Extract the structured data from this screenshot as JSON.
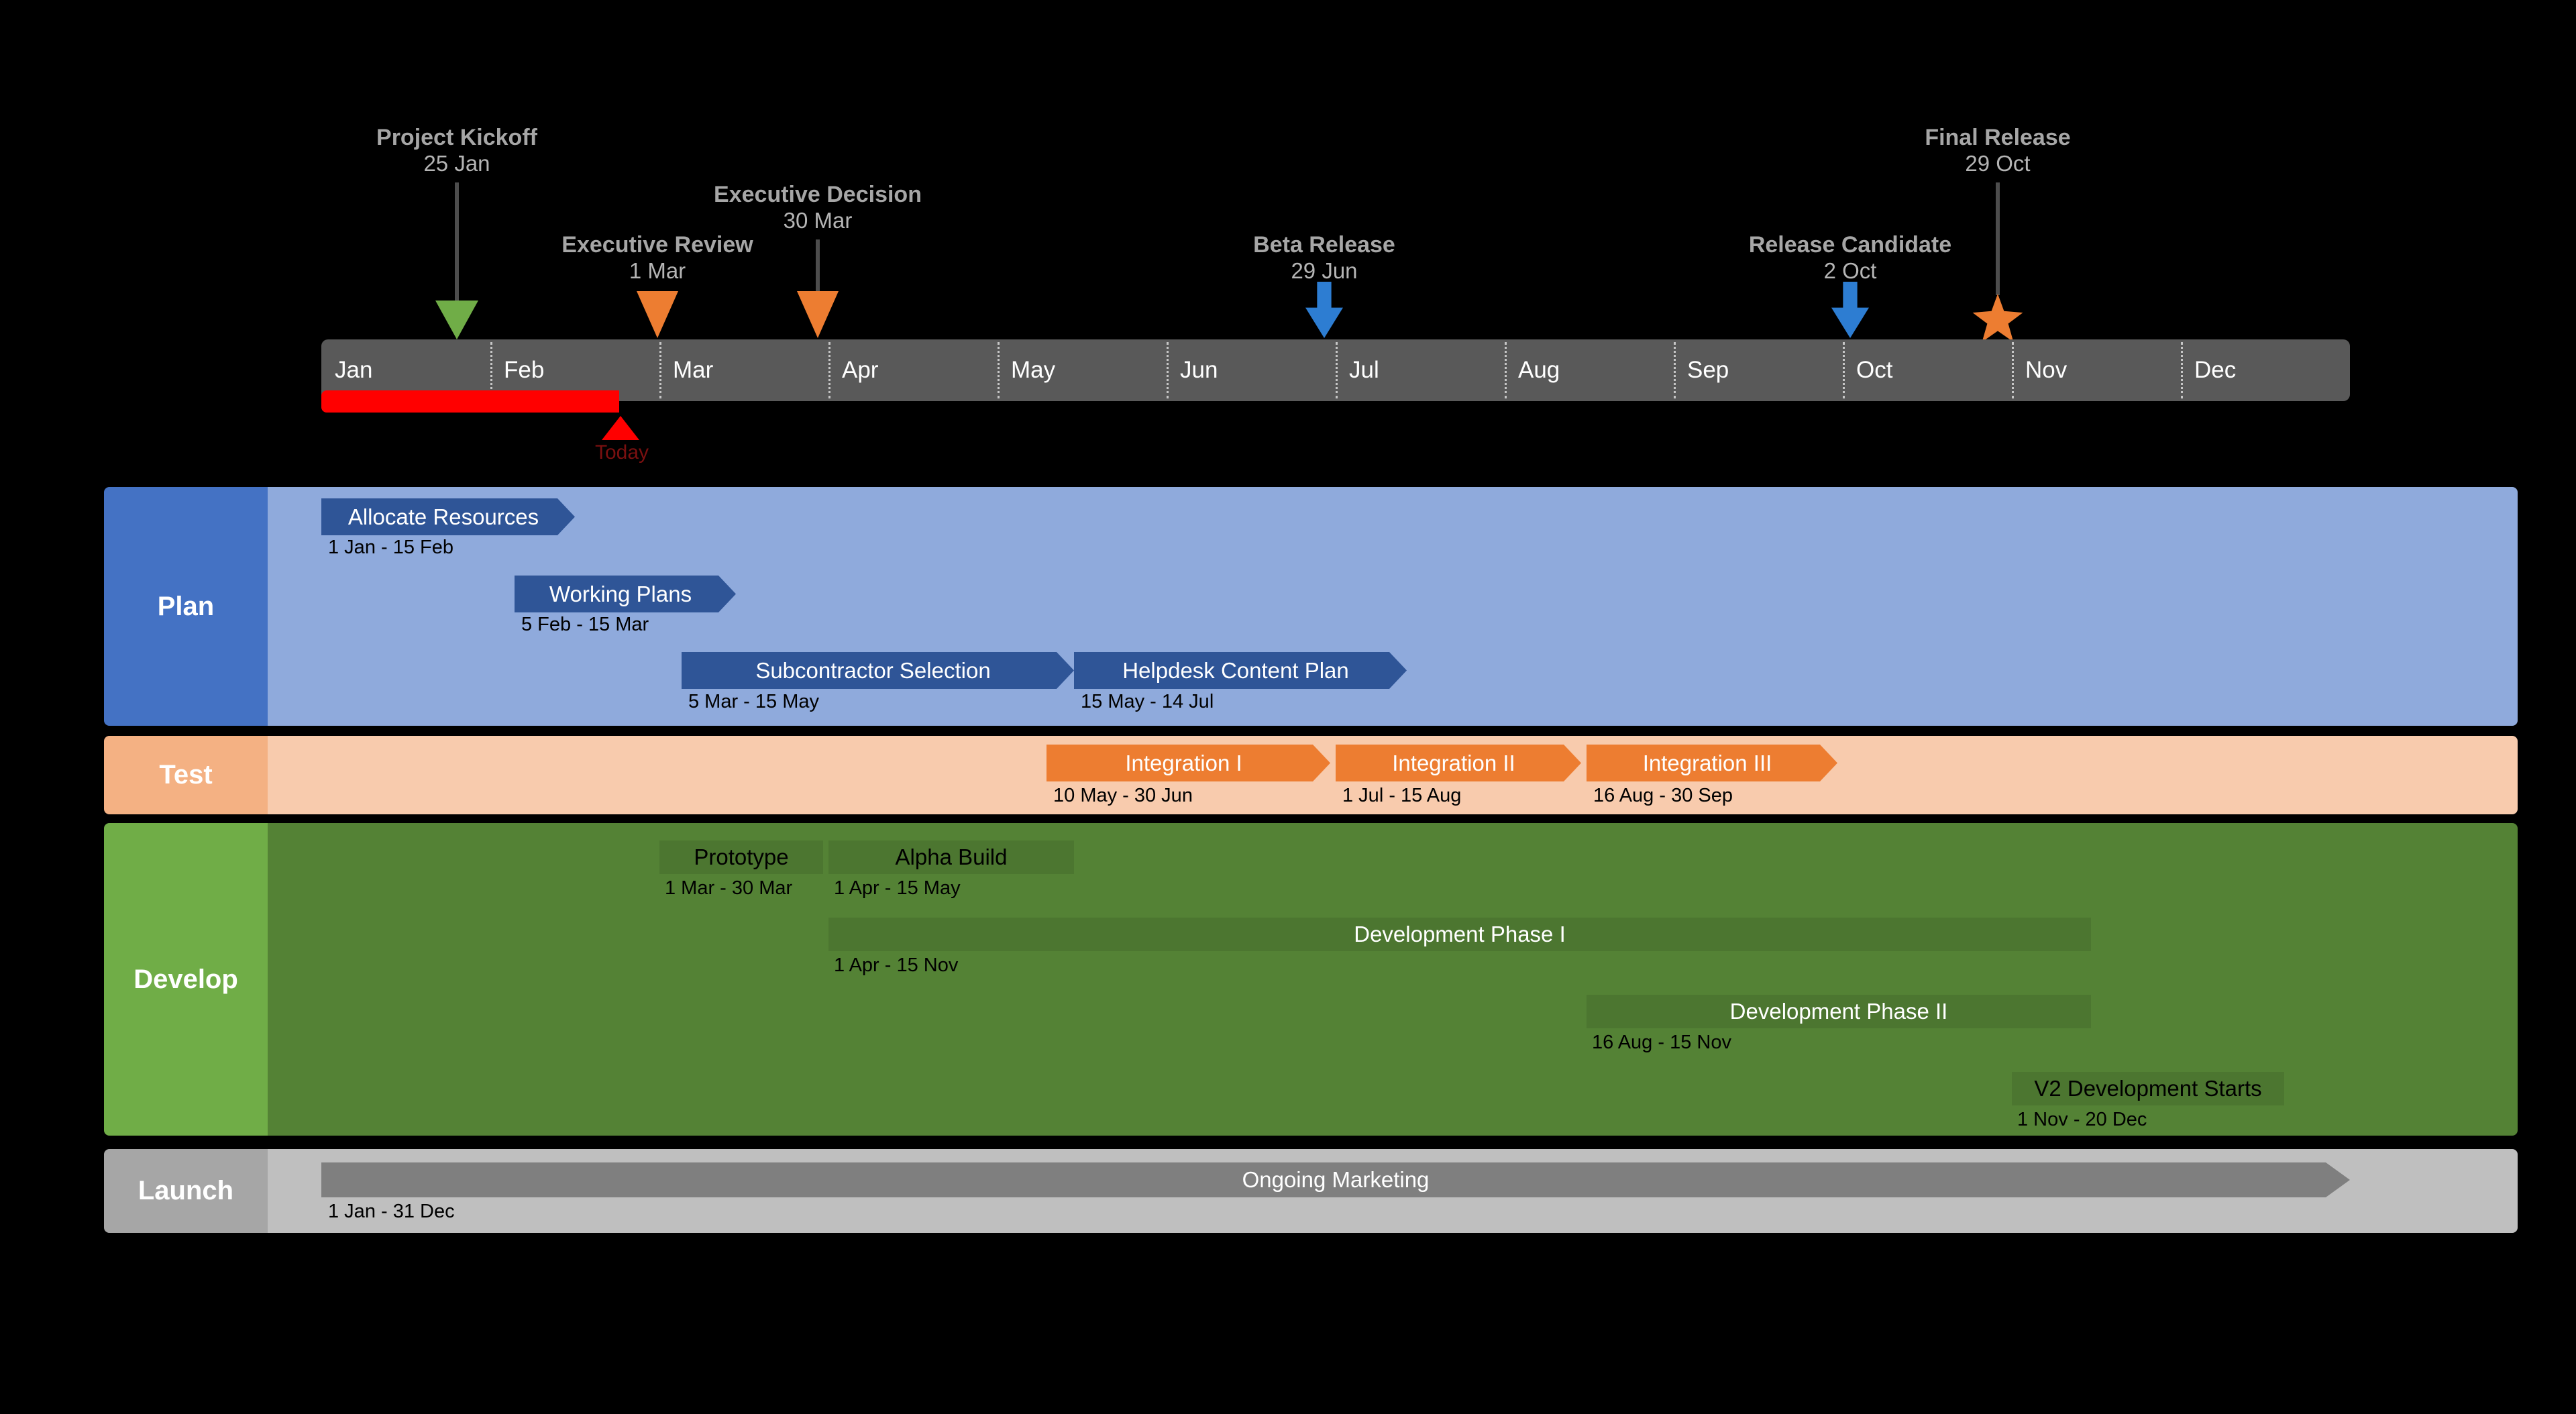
{
  "chart_data": {
    "type": "bar",
    "subtype": "gantt-project-timeline",
    "title": "",
    "months": [
      "Jan",
      "Feb",
      "Mar",
      "Apr",
      "May",
      "Jun",
      "Jul",
      "Aug",
      "Sep",
      "Oct",
      "Nov",
      "Dec"
    ],
    "today_label": "Today",
    "milestones": [
      {
        "title": "Project Kickoff",
        "date": "25 Jan",
        "marker": "green-triangle-down"
      },
      {
        "title": "Executive Review",
        "date": "1 Mar",
        "marker": "orange-triangle-down"
      },
      {
        "title": "Executive Decision",
        "date": "30 Mar",
        "marker": "orange-triangle-down"
      },
      {
        "title": "Beta Release",
        "date": "29 Jun",
        "marker": "blue-arrow-down"
      },
      {
        "title": "Release Candidate",
        "date": "2 Oct",
        "marker": "blue-arrow-down"
      },
      {
        "title": "Final Release",
        "date": "29 Oct",
        "marker": "orange-star"
      }
    ],
    "lanes": [
      {
        "name": "Plan",
        "tasks": [
          {
            "label": "Allocate Resources",
            "dates_text": "1 Jan - 15 Feb",
            "start": "1 Jan",
            "end": "15 Feb"
          },
          {
            "label": "Working Plans",
            "dates_text": "5 Feb - 15 Mar",
            "start": "5 Feb",
            "end": "15 Mar"
          },
          {
            "label": "Subcontractor Selection",
            "dates_text": "5 Mar - 15 May",
            "start": "5 Mar",
            "end": "15 May"
          },
          {
            "label": "Helpdesk Content Plan",
            "dates_text": "15 May - 14 Jul",
            "start": "15 May",
            "end": "14 Jul"
          }
        ]
      },
      {
        "name": "Test",
        "tasks": [
          {
            "label": "Integration I",
            "dates_text": "10 May - 30 Jun",
            "start": "10 May",
            "end": "30 Jun"
          },
          {
            "label": "Integration II",
            "dates_text": "1 Jul - 15 Aug",
            "start": "1 Jul",
            "end": "15 Aug"
          },
          {
            "label": "Integration III",
            "dates_text": "16 Aug - 30 Sep",
            "start": "16 Aug",
            "end": "30 Sep"
          }
        ]
      },
      {
        "name": "Develop",
        "tasks": [
          {
            "label": "Prototype",
            "dates_text": "1 Mar - 30 Mar",
            "start": "1 Mar",
            "end": "30 Mar"
          },
          {
            "label": "Alpha Build",
            "dates_text": "1 Apr - 15 May",
            "start": "1 Apr",
            "end": "15 May"
          },
          {
            "label": "Development Phase I",
            "dates_text": "1 Apr - 15 Nov",
            "start": "1 Apr",
            "end": "15 Nov"
          },
          {
            "label": "Development Phase II",
            "dates_text": "16 Aug - 15 Nov",
            "start": "16 Aug",
            "end": "15 Nov"
          },
          {
            "label": "V2 Development Starts",
            "dates_text": "1 Nov - 20 Dec",
            "start": "1 Nov",
            "end": "20 Dec"
          }
        ]
      },
      {
        "name": "Launch",
        "tasks": [
          {
            "label": "Ongoing Marketing",
            "dates_text": "1 Jan - 31 Dec",
            "start": "1 Jan",
            "end": "31 Dec"
          }
        ]
      }
    ]
  },
  "colors": {
    "background": "#000000",
    "timeline_bar": "#595959",
    "plan_header": "#4472C4",
    "plan_body": "#8FAADC",
    "plan_task": "#2F5597",
    "test_header": "#F4B183",
    "test_body": "#F8CBAD",
    "test_task": "#ED7D31",
    "develop_header": "#70AD47",
    "develop_body": "#548235",
    "develop_task": "#4C7630",
    "launch_header": "#A6A6A6",
    "launch_body": "#BFBFBF",
    "launch_task": "#7F7F7F",
    "milestone_green": "#70AD47",
    "milestone_orange": "#ED7D31",
    "milestone_blue": "#2D7DD2",
    "today_red": "#FF0000"
  }
}
